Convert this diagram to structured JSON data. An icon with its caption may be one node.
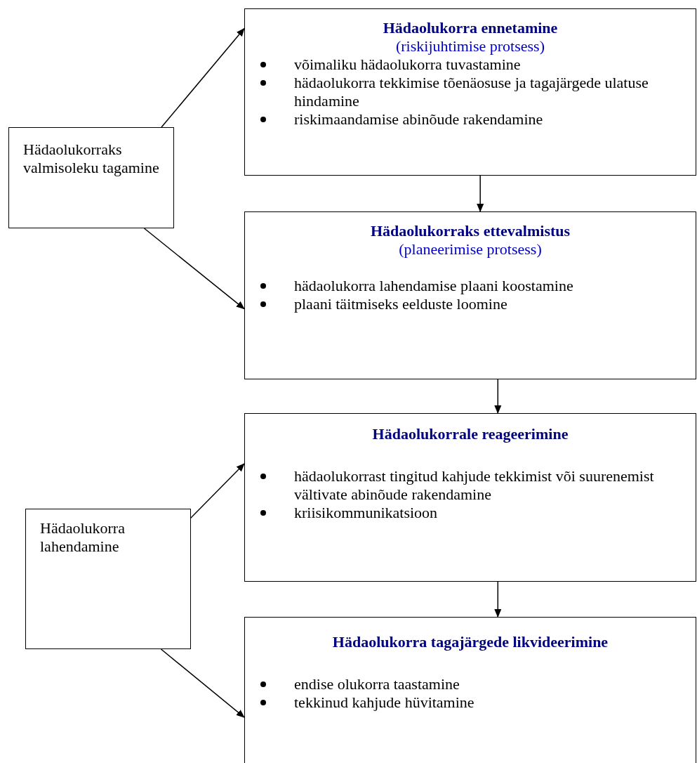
{
  "diagram": {
    "nodes": [
      {
        "text": [
          "Hädaolukorraks valmisoleku tagamine"
        ]
      },
      {
        "text": [
          "Hädaolukorra ennetamine",
          "(riskijuhtimise protsess)",
          "võimaliku hädaolukorra tuvastamine",
          "hädaolukorra tekkimise tõenäosuse ja tagajärgede ulatuse hindamine",
          "riskimaandamise abinõude rakendamine"
        ]
      },
      {
        "text": [
          "Hädaolukorraks ettevalmistus",
          "(planeerimise protsess)",
          "hädaolukorra lahendamise plaani koostamine",
          "plaani täitmiseks eelduste loomine"
        ]
      },
      {
        "text": [
          "Hädaolukorrale reageerimine",
          "hädaolukorrast tingitud kahjude tekkimist või suurenemist vältivate abinõude rakendamine",
          "kriisikommunikatsioon"
        ]
      },
      {
        "text": [
          "Hädaolukorra lahendamine"
        ]
      },
      {
        "text": [
          "Hädaolukorra tagajärgede likvideerimine",
          "endise olukorra taastamine",
          "tekkinud kahjude hüvitamine"
        ]
      }
    ],
    "edges": [
      {
        "from": 0,
        "to": 1,
        "arrow": "to"
      },
      {
        "from": 0,
        "to": 2,
        "arrow": "to"
      },
      {
        "from": 1,
        "to": 2,
        "arrow": "to"
      },
      {
        "from": 2,
        "to": 3,
        "arrow": "to"
      },
      {
        "from": 4,
        "to": 3,
        "arrow": "to"
      },
      {
        "from": 3,
        "to": 5,
        "arrow": "to"
      },
      {
        "from": 4,
        "to": 5,
        "arrow": "to"
      }
    ]
  }
}
